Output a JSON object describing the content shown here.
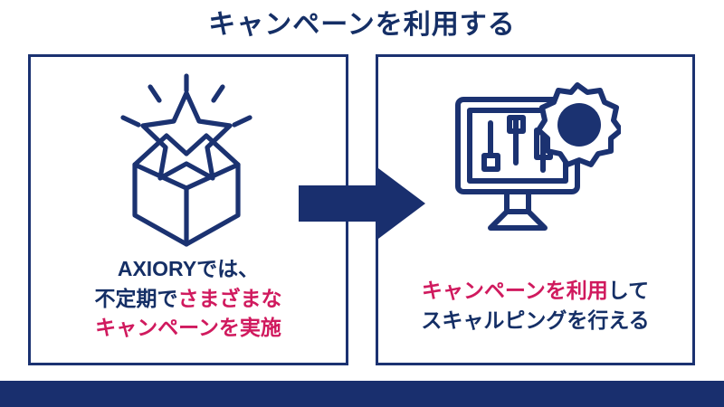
{
  "page": {
    "title": "キャンペーンを利用する",
    "background_color": "#ffffff",
    "navy": "#152f66",
    "navy_border": "#1b3271",
    "pink": "#d01a5e",
    "bottom_bar_color": "#192f6e"
  },
  "panels": {
    "left": {
      "icon_name": "open-box-with-star-icon",
      "caption_lines": [
        {
          "segments": [
            {
              "text": "AXIORYでは、",
              "color": "navy"
            }
          ]
        },
        {
          "segments": [
            {
              "text": "不定期で",
              "color": "navy"
            },
            {
              "text": "さまざまな",
              "color": "pink"
            }
          ]
        },
        {
          "segments": [
            {
              "text": "キャンペーンを実施",
              "color": "pink"
            }
          ]
        }
      ]
    },
    "right": {
      "icon_name": "monitor-chart-badge-icon",
      "caption_lines": [
        {
          "segments": [
            {
              "text": "キャンペーンを利用",
              "color": "pink"
            },
            {
              "text": "して",
              "color": "navy"
            }
          ]
        },
        {
          "segments": [
            {
              "text": "スキャルピングを行える",
              "color": "navy"
            }
          ]
        }
      ]
    }
  },
  "arrow": {
    "name": "right-arrow",
    "direction": "right",
    "color": "#192f6e"
  }
}
